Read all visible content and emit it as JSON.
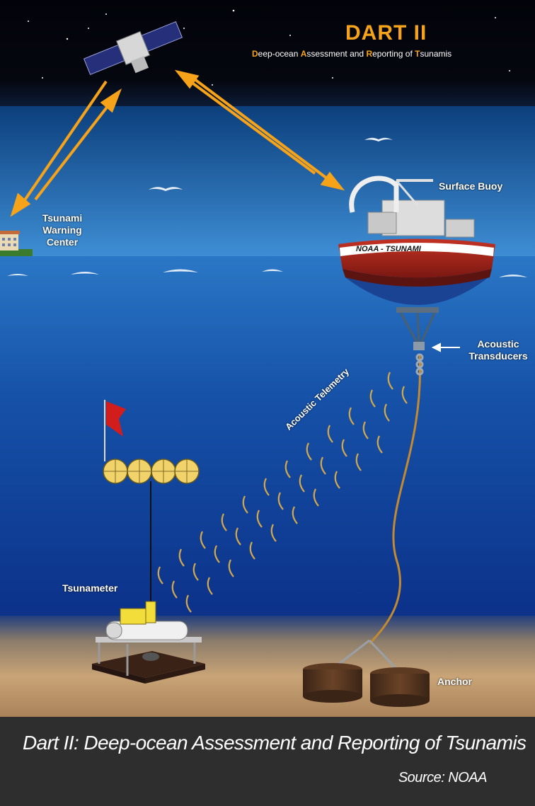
{
  "title": {
    "main": "DART II",
    "subtitle_parts": [
      {
        "letter": "D",
        "rest": "eep-ocean "
      },
      {
        "letter": "A",
        "rest": "ssessment and "
      },
      {
        "letter": "R",
        "rest": "eporting of "
      },
      {
        "letter": "T",
        "rest": "sunamis"
      }
    ]
  },
  "labels": {
    "surface_buoy": "Surface Buoy",
    "warning_center_lines": [
      "Tsunami",
      "Warning",
      "Center"
    ],
    "acoustic_transducers_lines": [
      "Acoustic",
      "Transducers"
    ],
    "acoustic_telemetry": "Acoustic Telemetry",
    "tsunameter": "Tsunameter",
    "anchor": "Anchor",
    "buoy_hull_text": "NOAA  -  TSUNAMI"
  },
  "caption": {
    "text": "Dart II: Deep-ocean Assessment and Reporting of Tsunamis",
    "source": "Source: NOAA"
  },
  "colors": {
    "sky": "#05070f",
    "ocean_top": "#3d8fd6",
    "ocean_deep": "#0d2f86",
    "seafloor": "#c6a274",
    "accent_orange": "#f6a31a",
    "buoy_red": "#b52a1e",
    "caption_bar": "#2e2e2e"
  }
}
